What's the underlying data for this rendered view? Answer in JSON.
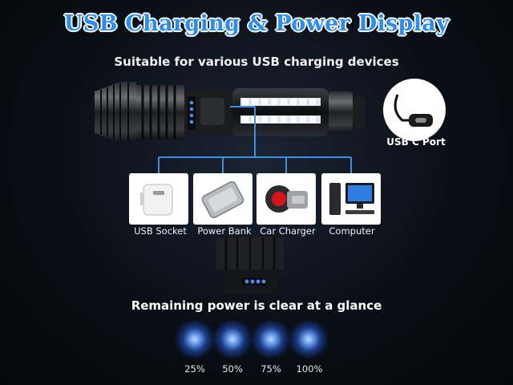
{
  "title": "USB Charging & Power Display",
  "subtitle": "Suitable for various USB charging devices",
  "usb_port": {
    "label": "USB C Port",
    "icon": "usb-c-cable-icon"
  },
  "devices": [
    {
      "label": "USB Socket",
      "icon": "wall-adapter-icon"
    },
    {
      "label": "Power Bank",
      "icon": "power-bank-icon"
    },
    {
      "label": "Car Charger",
      "icon": "car-charger-icon"
    },
    {
      "label": "Computer",
      "icon": "desktop-computer-icon"
    }
  ],
  "power_display": {
    "heading": "Remaining power is clear at a glance",
    "levels": [
      "25%",
      "50%",
      "75%",
      "100%"
    ]
  },
  "colors": {
    "title_blue": "#2a8ef0",
    "connector_blue": "#3a8ee6",
    "indicator_blue": "#4d8cff"
  }
}
